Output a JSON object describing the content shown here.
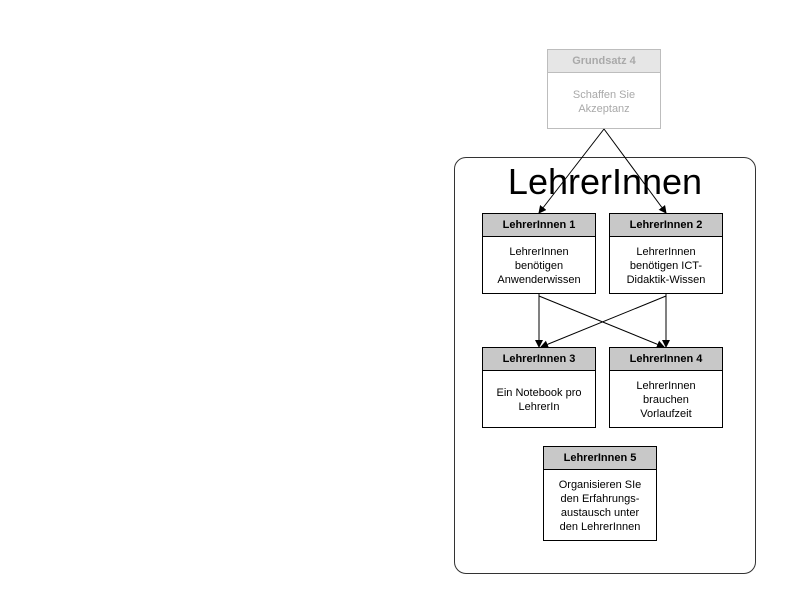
{
  "group": {
    "title": "LehrerInnen"
  },
  "principle": {
    "header": "Grundsatz 4",
    "body": "Schaffen Sie\nAkzeptanz"
  },
  "boxes": [
    {
      "header": "LehrerInnen 1",
      "body": "LehrerInnen\nbenötigen\nAnwenderwissen"
    },
    {
      "header": "LehrerInnen 2",
      "body": "LehrerInnen\nbenötigen ICT-\nDidaktik-Wissen"
    },
    {
      "header": "LehrerInnen 3",
      "body": "Ein Notebook pro\nLehrerIn"
    },
    {
      "header": "LehrerInnen 4",
      "body": "LehrerInnen\nbrauchen\nVorlaufzeit"
    },
    {
      "header": "LehrerInnen 5",
      "body": "Organisieren SIe\nden Erfahrungs-\naustausch unter\nden LehrerInnen"
    }
  ],
  "colors": {
    "faded": "#a9a9a9",
    "header_fill": "#c8c8c8"
  }
}
